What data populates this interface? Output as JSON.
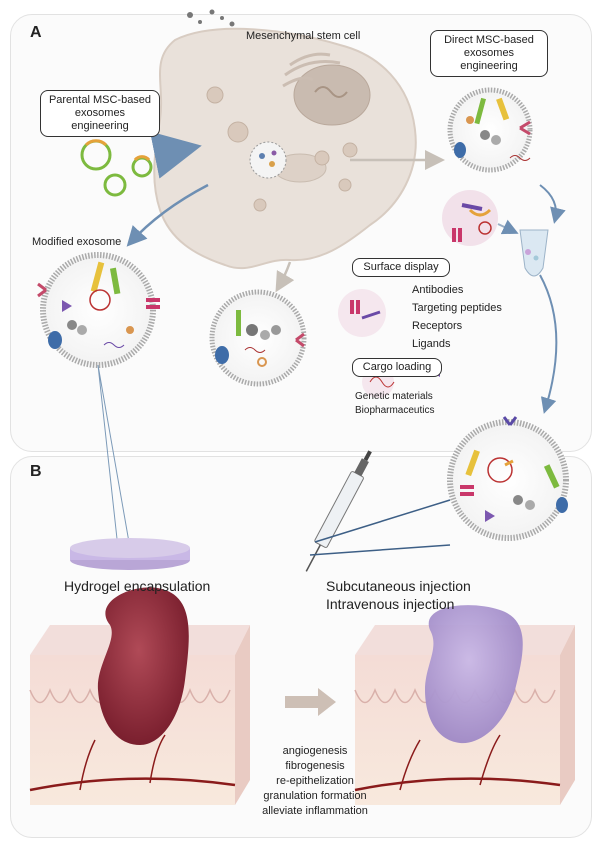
{
  "panels": {
    "a": "A",
    "b": "B"
  },
  "top": {
    "msc_label": "Mesenchymal stem cell",
    "parental_box": [
      "Parental MSC-based",
      "exosomes engineering"
    ],
    "direct_box": [
      "Direct MSC-based",
      "exosomes engineering"
    ],
    "modified_label": "Modified exosome"
  },
  "legend": {
    "surface_title": "Surface display",
    "surface_items": [
      "Antibodies",
      "Targeting peptides",
      "Receptors",
      "Ligands"
    ],
    "cargo_title": "Cargo loading",
    "cargo_items": [
      "Genetic materials",
      "Biopharmaceutics"
    ]
  },
  "bottom": {
    "hydrogel": "Hydrogel encapsulation",
    "injection": [
      "Subcutaneous injection",
      "Intravenous injection"
    ],
    "effects": [
      "angiogenesis",
      "fibrogenesis",
      "re-epithelization",
      "granulation formation",
      "alleviate inflammation"
    ]
  },
  "colors": {
    "cell": "#e6ddd6",
    "membrane": "#bfbfbf",
    "arrow_blue": "#6e8fb3",
    "wound": "#8e2a3a",
    "hydrogel": "#b9a6d6",
    "skin": "#efd4cf"
  }
}
